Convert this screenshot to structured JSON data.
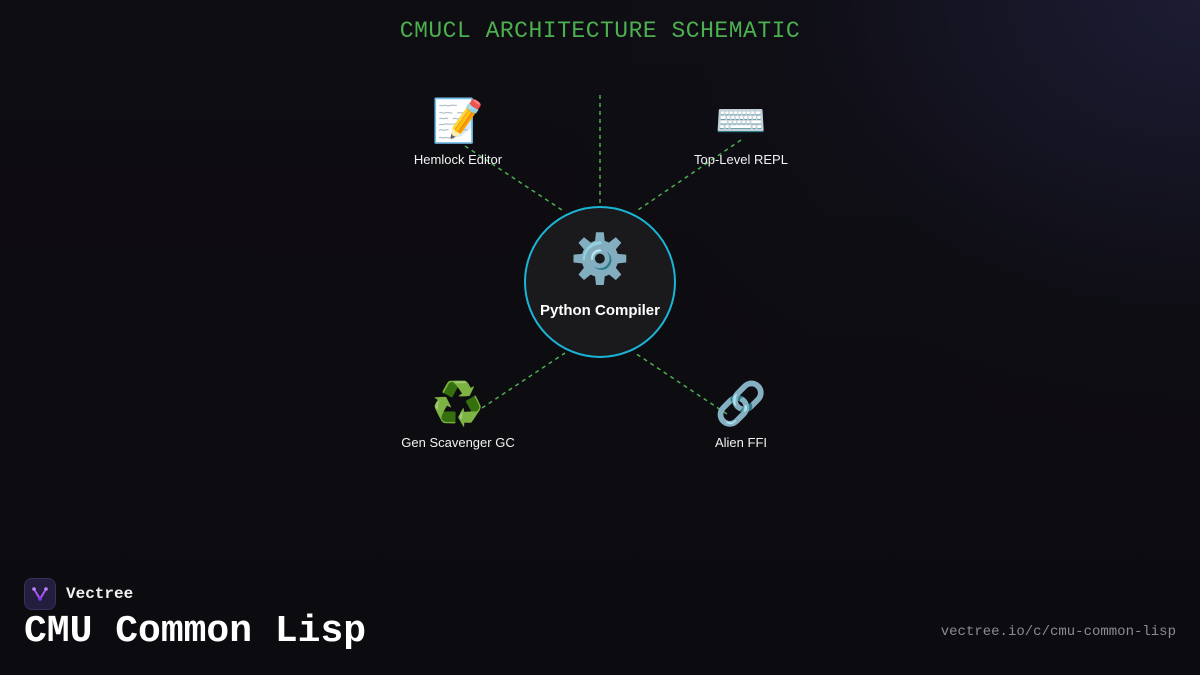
{
  "title": "CMUCL ARCHITECTURE SCHEMATIC",
  "hub": {
    "label": "Python Compiler",
    "icon": "gear-icon",
    "icon_glyph": "⚙️"
  },
  "nodes": [
    {
      "label": "Hemlock Editor",
      "icon": "memo-icon",
      "icon_glyph": "📝"
    },
    {
      "label": "Top-Level REPL",
      "icon": "keyboard-icon",
      "icon_glyph": "⌨️"
    },
    {
      "label": "Gen Scavenger GC",
      "icon": "recycle-icon",
      "icon_glyph": "♻️"
    },
    {
      "label": "Alien FFI",
      "icon": "link-icon",
      "icon_glyph": "🔗"
    }
  ],
  "brand": {
    "name": "Vectree",
    "icon": "vectree-logo-icon"
  },
  "footer": {
    "page_title": "CMU Common Lisp",
    "url": "vectree.io/c/cmu-common-lisp"
  },
  "colors": {
    "title": "#4caf50",
    "connector": "#4caf50",
    "hub_border": "#1ab5d6",
    "background": "#0e0d12"
  }
}
